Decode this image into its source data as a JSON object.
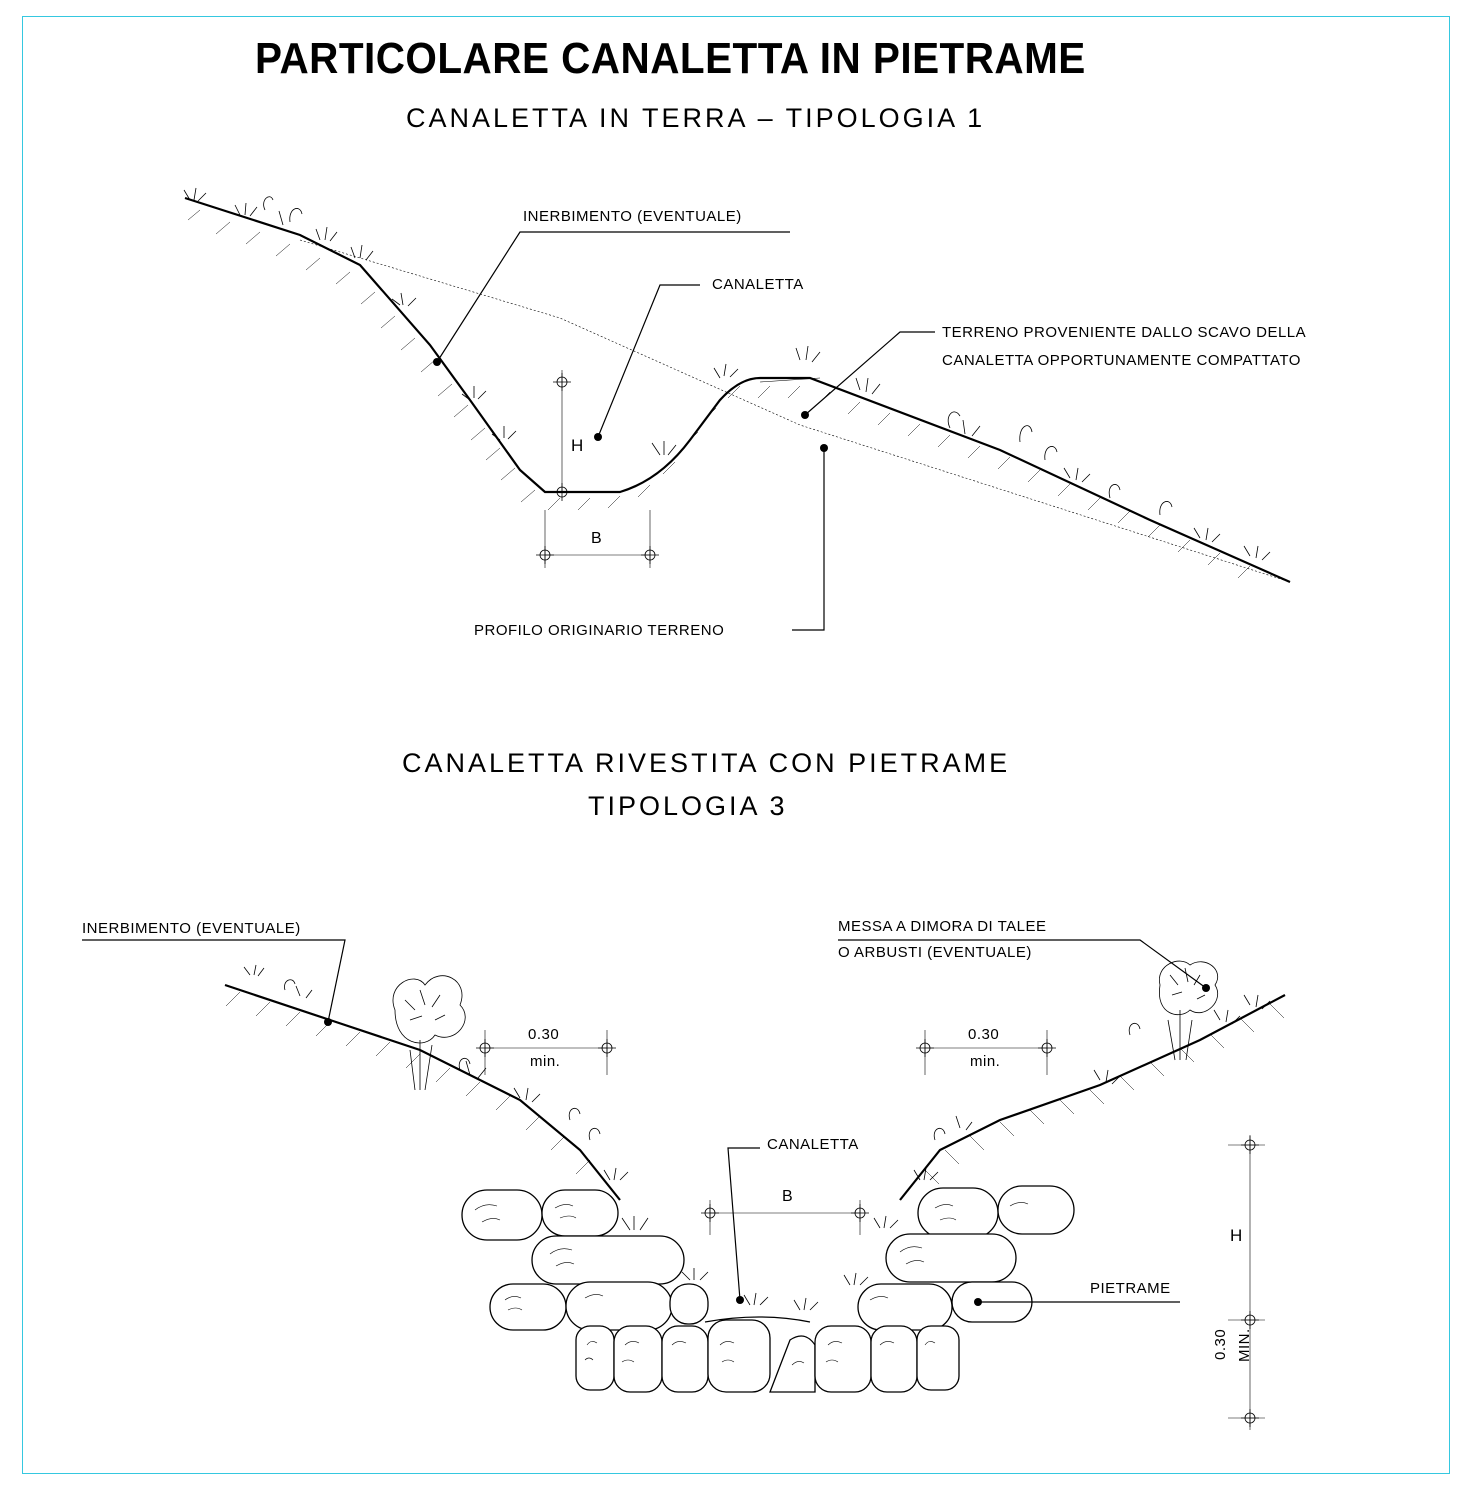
{
  "title": "PARTICOLARE CANALETTA IN PIETRAME",
  "section1": {
    "subtitle": "CANALETTA  IN  TERRA  –  TIPOLOGIA  1",
    "labels": {
      "inerbimento": "INERBIMENTO  (EVENTUALE)",
      "canaletta": "CANALETTA",
      "terreno_line1": "TERRENO  PROVENIENTE  DALLO  SCAVO  DELLA",
      "terreno_line2": "CANALETTA  OPPORTUNAMENTE  COMPATTATO",
      "profilo": "PROFILO  ORIGINARIO  TERRENO",
      "dim_h": "H",
      "dim_b": "B"
    }
  },
  "section2": {
    "subtitle_line1": "CANALETTA  RIVESTITA  CON  PIETRAME",
    "subtitle_line2": "TIPOLOGIA  3",
    "labels": {
      "inerbimento": "INERBIMENTO  (EVENTUALE)",
      "messa_line1": "MESSA  A  DIMORA  DI TALEE",
      "messa_line2": "O  ARBUSTI  (EVENTUALE)",
      "canaletta": "CANALETTA",
      "pietrame": "PIETRAME",
      "dim_left_value": "0.30",
      "dim_left_unit": "min.",
      "dim_right_value": "0.30",
      "dim_right_unit": "min.",
      "dim_b": "B",
      "dim_h": "H",
      "dim_vert_value": "0.30",
      "dim_vert_unit": "MIN."
    }
  },
  "colors": {
    "frame_border": "#35c8e0",
    "ink": "#000000",
    "background": "#ffffff"
  }
}
